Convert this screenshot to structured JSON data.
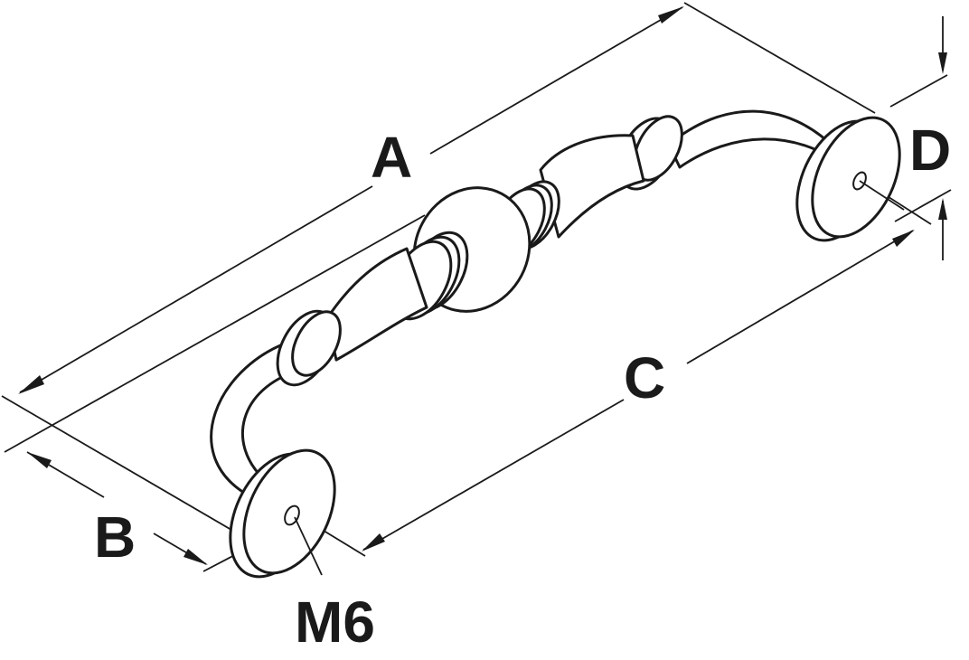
{
  "diagram": {
    "dimension_labels": {
      "a": "A",
      "b": "B",
      "c": "C",
      "d": "D",
      "thread": "M6"
    }
  }
}
